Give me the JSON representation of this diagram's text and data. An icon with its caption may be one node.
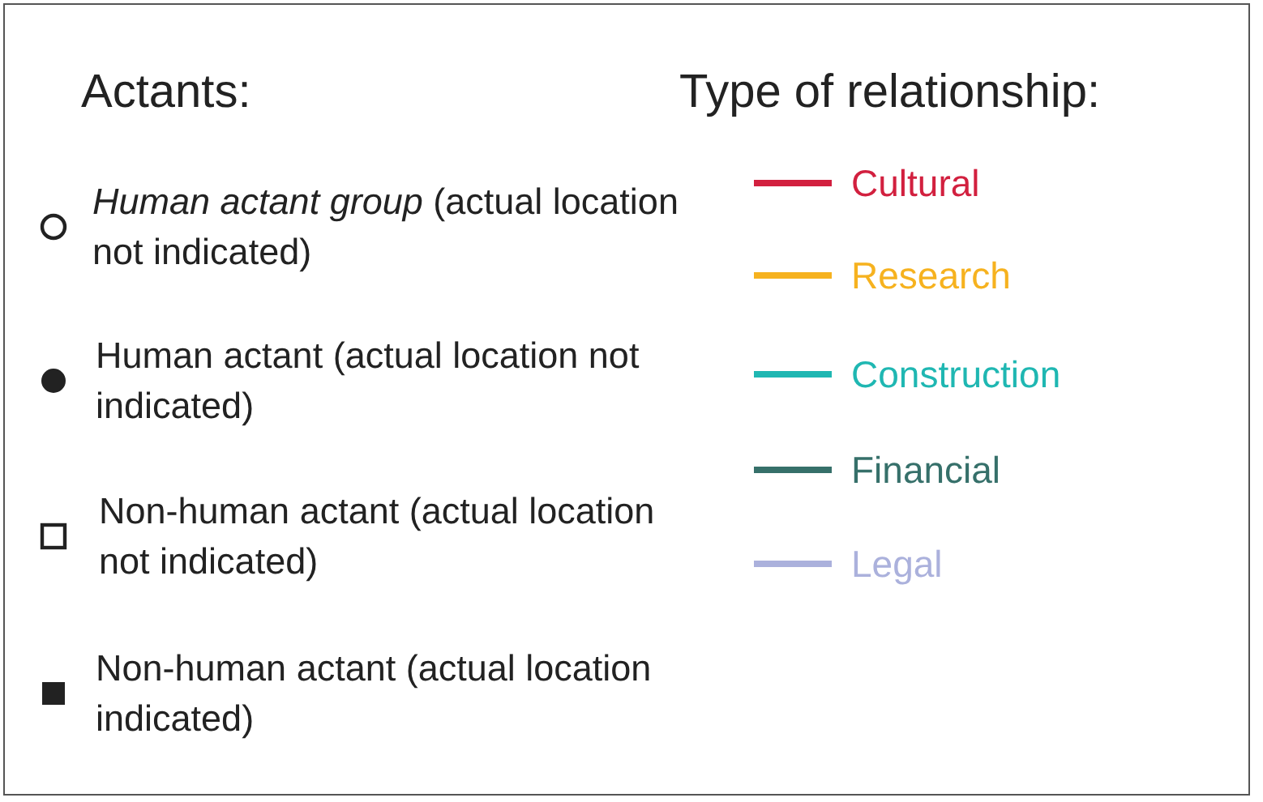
{
  "diagram": {
    "labels": [
      "Actants:",
      "Type of relationship:"
    ],
    "legend": [
      {
        "text": "*Human actant group* (actual location not indicated)"
      },
      {
        "text": "Human actant (actual location not indicated)"
      },
      {
        "text": "Non-human actant (actual location not indicated)"
      },
      {
        "text": "Non-human actant (actual location indicated)"
      },
      {
        "text": "Cultural",
        "color": "#d2203f"
      },
      {
        "text": "Research",
        "color": "#f6b21f"
      },
      {
        "text": "Construction",
        "color": "#1fb7b2"
      },
      {
        "text": "Financial",
        "color": "#36706a"
      },
      {
        "text": "Legal",
        "color": "#abb1dc"
      }
    ]
  }
}
